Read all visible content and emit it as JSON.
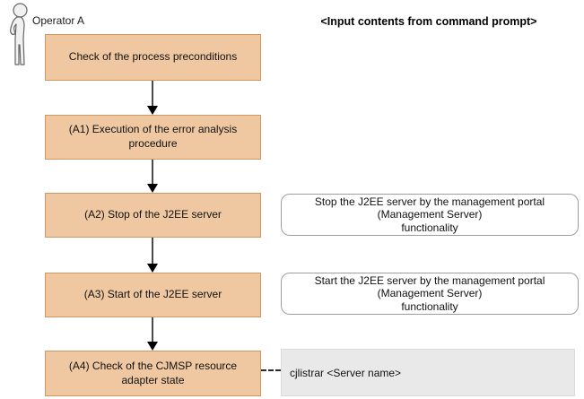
{
  "actor": {
    "label": "Operator A",
    "icon": "person-icon"
  },
  "header": {
    "title": "<Input contents from command prompt>"
  },
  "flow_steps": [
    {
      "id": "precheck",
      "lines": [
        "Check of the process preconditions"
      ]
    },
    {
      "id": "A1",
      "lines": [
        "(A1) Execution of the error analysis",
        "procedure"
      ]
    },
    {
      "id": "A2",
      "lines": [
        "(A2) Stop of the J2EE server"
      ]
    },
    {
      "id": "A3",
      "lines": [
        "(A3) Start of the J2EE server"
      ]
    },
    {
      "id": "A4",
      "lines": [
        "(A4) Check of the CJMSP resource",
        "adapter state"
      ]
    }
  ],
  "annotations": [
    {
      "for": "A2",
      "shape": "rounded",
      "lines": [
        "Stop the J2EE server by the management portal",
        "(Management Server)",
        "functionality"
      ]
    },
    {
      "for": "A3",
      "shape": "rounded",
      "lines": [
        "Start the J2EE server by the management portal",
        "(Management Server)",
        "functionality"
      ]
    },
    {
      "for": "A4",
      "shape": "rect",
      "lines": [
        "cjlistrar <Server name>"
      ]
    }
  ],
  "colors": {
    "process_box_fill": "#EFC8A2",
    "process_box_border": "#CD9861",
    "annotation_border": "#9E9E9E",
    "command_box_fill": "#E9E9E9",
    "arrow_shaft": "#4A4A4A",
    "arrow_head": "#000000"
  }
}
